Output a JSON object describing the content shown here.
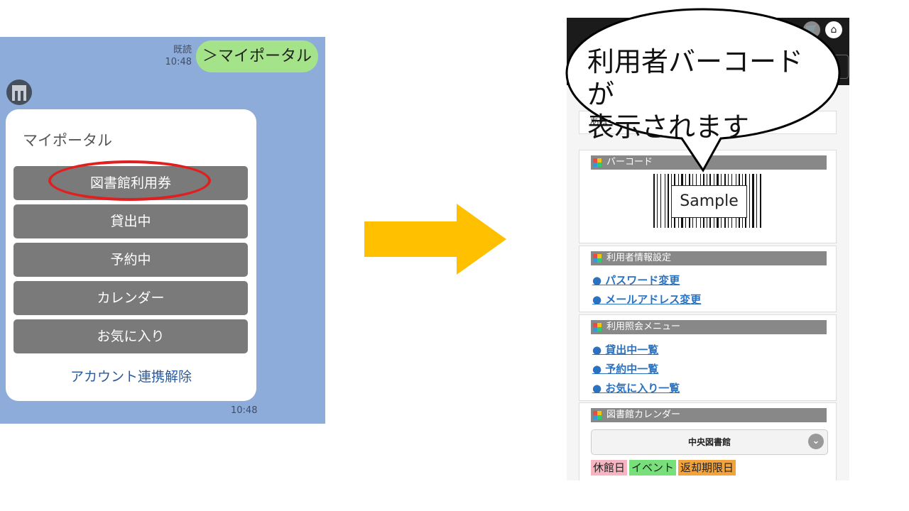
{
  "chat": {
    "outgoing_message": "＞マイポータル",
    "read_label": "既読",
    "sent_time": "10:48",
    "card_title": "マイポータル",
    "buttons": [
      "図書館利用券",
      "貸出中",
      "予約中",
      "カレンダー",
      "お気に入り"
    ],
    "unlink_label": "アカウント連携解除",
    "card_time": "10:48",
    "highlight_color": "#e02020"
  },
  "arrow_color": "#ffc000",
  "phone": {
    "greeting": "あな",
    "barcode_section": {
      "title": "バーコード",
      "sample_label": "Sample"
    },
    "user_settings": {
      "title": "利用者情報設定",
      "links": [
        "● パスワード変更",
        "● メールアドレス変更"
      ]
    },
    "inquiry_menu": {
      "title": "利用照会メニュー",
      "links": [
        "● 貸出中一覧",
        "● 予約中一覧",
        "● お気に入り一覧"
      ]
    },
    "calendar": {
      "title": "図書館カレンダー",
      "selected_library": "中央図書館",
      "legend": [
        {
          "label": "休館日",
          "color": "#f7b5c2"
        },
        {
          "label": "イベント",
          "color": "#78e07a"
        },
        {
          "label": "返却期限日",
          "color": "#f2a33c"
        }
      ]
    },
    "icons": [
      "cart-icon",
      "home-icon"
    ]
  },
  "callout": {
    "line1": "利用者バーコードが",
    "line2": "表示されます"
  }
}
